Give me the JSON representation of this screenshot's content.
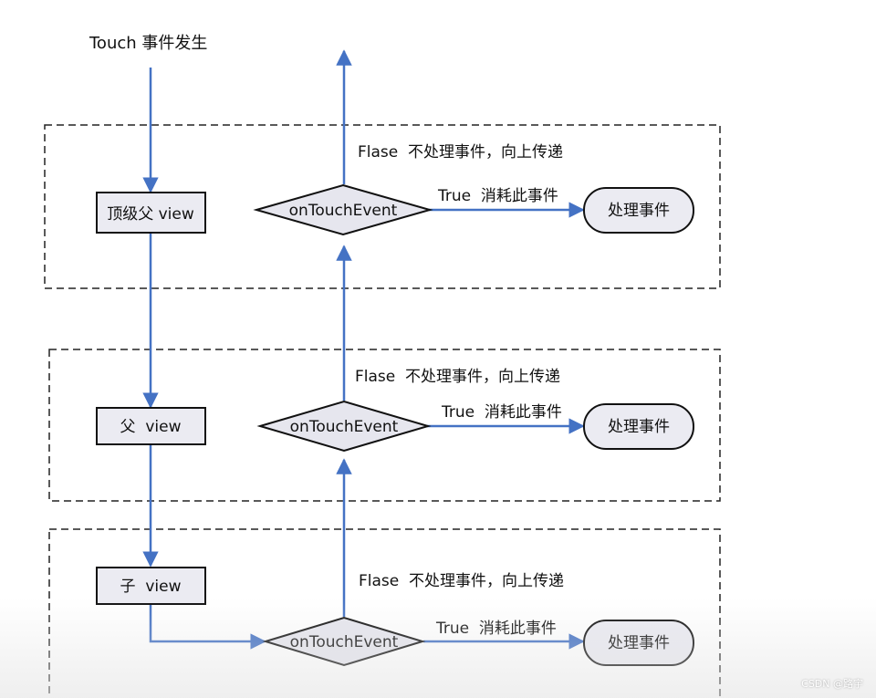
{
  "diagram": {
    "start_label": "Touch 事件发生",
    "lines_color": "#4472c4",
    "layers": [
      {
        "view_label": "顶级父 view",
        "decision_label": "onTouchEvent",
        "false_label": "Flase  不处理事件，向上传递",
        "true_label": "True  消耗此事件",
        "handle_label": "处理事件"
      },
      {
        "view_label": "父  view",
        "decision_label": "onTouchEvent",
        "false_label": "Flase  不处理事件，向上传递",
        "true_label": "True  消耗此事件",
        "handle_label": "处理事件"
      },
      {
        "view_label": "子  view",
        "decision_label": "onTouchEvent",
        "false_label": "Flase  不处理事件，向上传递",
        "true_label": "True  消耗此事件",
        "handle_label": "处理事件"
      }
    ]
  },
  "watermark": "CSDN @路宇"
}
